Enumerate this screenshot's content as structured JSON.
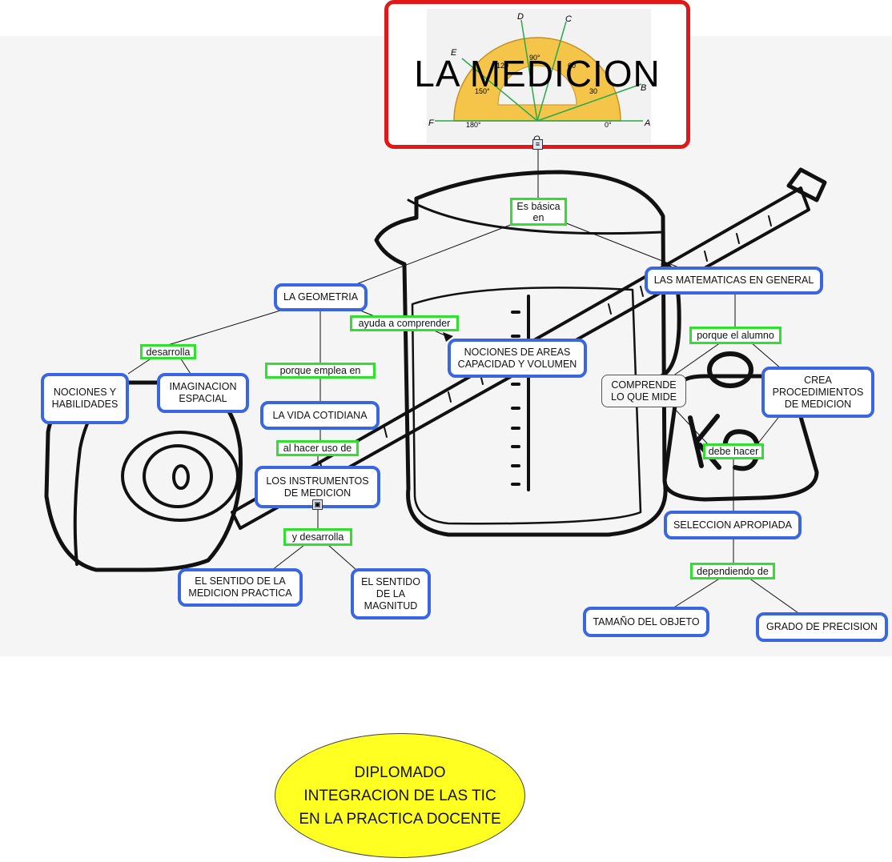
{
  "title": "LA MEDICION",
  "protractor": {
    "labels": [
      "D",
      "C",
      "E",
      "B",
      "F",
      "A",
      "O",
      "90°",
      "120",
      "60",
      "150°",
      "30",
      "180°",
      "0°"
    ]
  },
  "concepts": {
    "geometria": "LA GEOMETRIA",
    "matematicas": "LAS MATEMATICAS EN GENERAL",
    "nociones_habilidades": "NOCIONES Y HABILIDADES",
    "imaginacion": "IMAGINACION ESPACIAL",
    "vida_cotidiana": "LA VIDA COTIDIANA",
    "nociones_areas": "NOCIONES DE AREAS CAPACIDAD Y VOLUMEN",
    "comprende": "COMPRENDE LO QUE MIDE",
    "crea": "CREA PROCEDIMIENTOS DE MEDICION",
    "instrumentos": "LOS INSTRUMENTOS DE MEDICION",
    "seleccion": "SELECCION APROPIADA",
    "sentido_medicion": "EL SENTIDO DE LA MEDICION PRACTICA",
    "sentido_magnitud": "EL SENTIDO DE LA MAGNITUD",
    "tamano": "TAMAÑO DEL OBJETO",
    "precision": "GRADO DE PRECISION"
  },
  "links": {
    "es_basica": "Es básica en",
    "desarrolla": "desarrolla",
    "ayuda": "ayuda a comprender",
    "porque_emplea": "porque emplea en",
    "porque_alumno": "porque el alumno",
    "al_hacer": "al hacer uso de",
    "debe_hacer": "debe hacer",
    "y_desarrolla": "y desarrolla",
    "dependiendo": "dependiendo de"
  },
  "footer": {
    "line1": "DIPLOMADO",
    "line2": "INTEGRACION DE LAS TIC",
    "line3": "EN LA PRACTICA DOCENTE"
  },
  "colors": {
    "concept_border": "#3a66e0",
    "link_border": "#2fe02f",
    "title_border": "#e01818",
    "footer_fill": "#ffff22",
    "protractor_fill": "#f5c54a"
  },
  "icons": [
    "document-icon",
    "image-icon"
  ]
}
